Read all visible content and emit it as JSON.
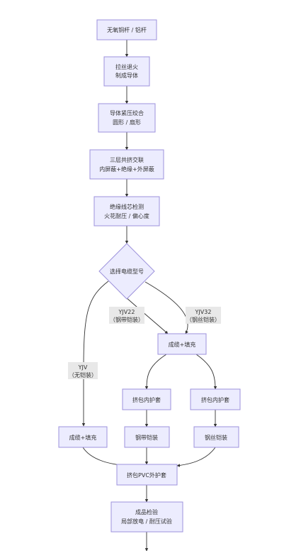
{
  "nodes": {
    "raw": [
      "无氧铜杆 / 铝杆"
    ],
    "draw": [
      "拉丝退火",
      "制成导体"
    ],
    "compact": [
      "导体紧压绞合",
      "圆形 / 扇形"
    ],
    "extrude": [
      "三层共挤交联",
      "内屏蔽+绝缘+外屏蔽"
    ],
    "inspect": [
      "绝缘线芯检测",
      "火花耐压 / 偏心度"
    ],
    "decision": [
      "选择电缆型号"
    ],
    "cable_fill_top": [
      "成缆+填充"
    ],
    "inner_sheath_a": [
      "挤包内护套"
    ],
    "inner_sheath_b": [
      "挤包内护套"
    ],
    "cable_fill_left": [
      "成缆+填充"
    ],
    "steel_tape": [
      "钢带铠装"
    ],
    "steel_wire": [
      "钢丝铠装"
    ],
    "outer_sheath": [
      "挤包PVC外护套"
    ],
    "final_test": [
      "成品检验",
      "局部放电 / 耐压试验"
    ]
  },
  "edge_labels": {
    "yjv22": [
      "YJV22",
      "（钢带铠装）"
    ],
    "yjv32": [
      "YJV32",
      "（钢丝铠装）"
    ],
    "yjv": [
      "YJV",
      "（无铠装）"
    ]
  }
}
